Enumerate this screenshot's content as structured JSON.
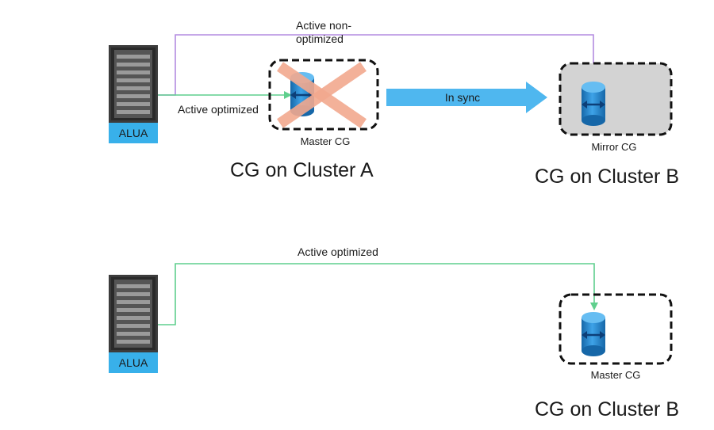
{
  "colors": {
    "purple_line": "#b38ce0",
    "green_line": "#5fcf8d",
    "server_dark": "#3c3c3c",
    "alua_badge": "#38b0ea",
    "cg_blue": "#1f86d1",
    "cross_salmon": "#f2a98f",
    "sync_arrow": "#4fb7ef",
    "mirror_fill": "#d3d3d3"
  },
  "top": {
    "server": {
      "badge": "ALUA",
      "icon": "server-rack-icon"
    },
    "path_nonoptimized_label_line1": "Active non-",
    "path_nonoptimized_label_line2": "optimized",
    "path_optimized_label": "Active optimized",
    "master_cg_label": "Master CG",
    "master_status_icon": "cross-icon",
    "sync_label": "In sync",
    "mirror_cg_label": "Mirror CG",
    "cluster_a_title": "CG on Cluster A",
    "cluster_b_title": "CG on Cluster B"
  },
  "bottom": {
    "server": {
      "badge": "ALUA",
      "icon": "server-rack-icon"
    },
    "path_optimized_label": "Active optimized",
    "master_cg_label": "Master CG",
    "cluster_b_title": "CG on Cluster B"
  }
}
